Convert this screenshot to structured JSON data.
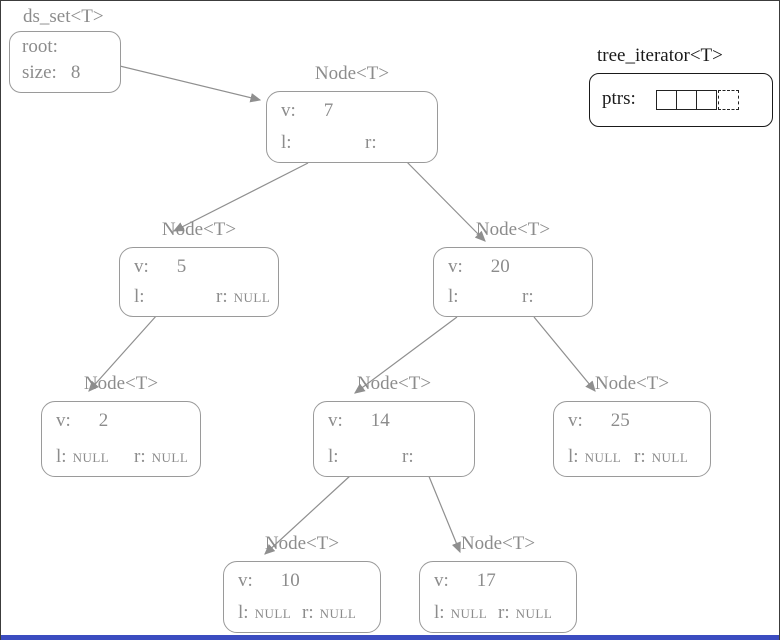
{
  "ds_set": {
    "title": "ds_set<T>",
    "root_label": "root:",
    "size_label": "size:",
    "size_value": "8"
  },
  "iterator": {
    "title": "tree_iterator<T>",
    "ptrs_label": "ptrs:",
    "cell_count": 4,
    "last_cell_style": "dashed"
  },
  "labels": {
    "node_title": "Node<T>",
    "v": "v:",
    "l": "l:",
    "r": "r:"
  },
  "nodes": {
    "n7": {
      "v": "7",
      "l": "",
      "r": ""
    },
    "n5": {
      "v": "5",
      "l": "",
      "r": "NULL"
    },
    "n20": {
      "v": "20",
      "l": "",
      "r": ""
    },
    "n2": {
      "v": "2",
      "l": "NULL",
      "r": "NULL"
    },
    "n14": {
      "v": "14",
      "l": "",
      "r": ""
    },
    "n25": {
      "v": "25",
      "l": "NULL",
      "r": "NULL"
    },
    "n10": {
      "v": "10",
      "l": "NULL",
      "r": "NULL"
    },
    "n17": {
      "v": "17",
      "l": "NULL",
      "r": "NULL"
    }
  },
  "edges": [
    "root->7",
    "7.l->5",
    "7.r->20",
    "5.l->2",
    "20.l->14",
    "20.r->25",
    "14.l->10",
    "14.r->17"
  ],
  "colors": {
    "diagram_gray": "#8c8c8c",
    "iterator_black": "#1a1a1a",
    "bottom_bar_blue": "#3b4cc0"
  }
}
